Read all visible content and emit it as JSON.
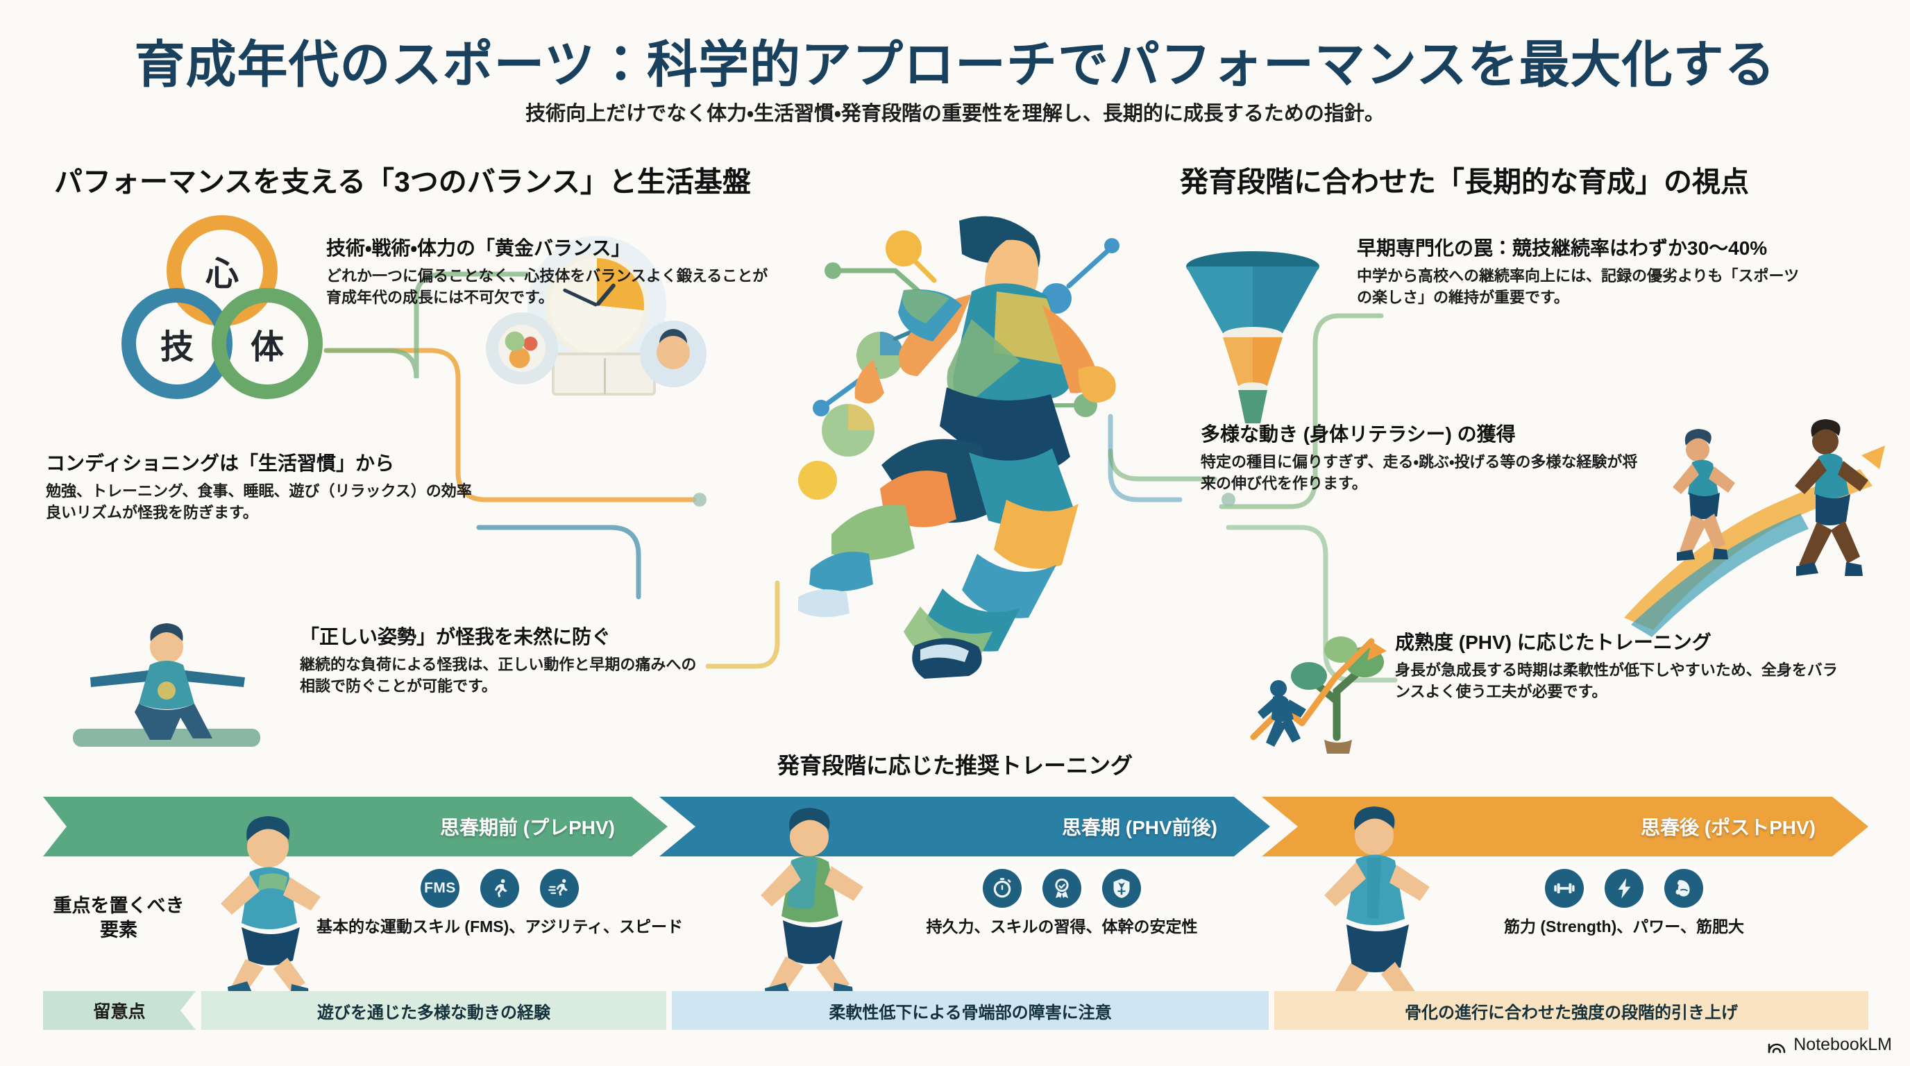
{
  "header": {
    "title": "育成年代のスポーツ：科学的アプローチでパフォーマンスを最大化する",
    "subtitle": "技術向上だけでなく体力・生活習慣・発育段階の重要性を理解し、長期的に成長するための指針。"
  },
  "columns": {
    "left_heading": "パフォーマンスを支える「3つのバランス」と生活基盤",
    "right_heading": "発育段階に合わせた「長期的な育成」の視点"
  },
  "rings": {
    "shin": "心",
    "gi": "技",
    "tai": "体",
    "colors": {
      "shin": "#eda43c",
      "gi": "#3a86a8",
      "tai": "#6aa86a"
    }
  },
  "blocks": {
    "golden_balance": {
      "title": "技術・戦術・体力の「黄金バランス」",
      "body": "どれか一つに偏ることなく、心技体をバランスよく鍛えることが育成年代の成長には不可欠です。"
    },
    "conditioning": {
      "title": "コンディショニングは「生活習慣」から",
      "body": "勉強、トレーニング、食事、睡眠、遊び（リラックス）の効率良いリズムが怪我を防ぎます。"
    },
    "posture": {
      "title": "「正しい姿勢」が怪我を未然に防ぐ",
      "body": "継続的な負荷による怪我は、正しい動作と早期の痛みへの相談で防ぐことが可能です。"
    },
    "early_specialization": {
      "title": "早期専門化の罠：競技継続率はわずか30〜40%",
      "body": "中学から高校への継続率向上には、記録の優劣よりも「スポーツの楽しさ」の維持が重要です。"
    },
    "physical_literacy": {
      "title": "多様な動き (身体リテラシー) の獲得",
      "body": "特定の種目に偏りすぎず、走る・跳ぶ・投げる等の多様な経験が将来の伸び代を作ります。"
    },
    "phv_training": {
      "title": "成熟度 (PHV) に応じたトレーニング",
      "body": "身長が急成長する時期は柔軟性が低下しやすいため、全身をバランスよく使う工夫が必要です。"
    }
  },
  "bottom": {
    "title": "発育段階に応じた推奨トレーニング",
    "row_labels": {
      "focus": "重点を置くべき要素",
      "caution": "留意点"
    },
    "stages": [
      {
        "banner": "思春期前 (プレPHV)",
        "color": "#5aa882",
        "icons": [
          "fms-text-icon",
          "running-figure-icon",
          "speed-runner-icon"
        ],
        "icon_label": "FMS",
        "focus": "基本的な運動スキル (FMS)、アジリティ、スピード",
        "note": "遊びを通じた多様な動きの経験",
        "note_color": "#d9ecdf"
      },
      {
        "banner": "思春期 (PHV前後)",
        "color": "#2a7fa4",
        "icons": [
          "stopwatch-icon",
          "award-ribbon-icon",
          "shield-icon"
        ],
        "focus": "持久力、スキルの習得、体幹の安定性",
        "note": "柔軟性低下による骨端部の障害に注意",
        "note_color": "#cfe6f2"
      },
      {
        "banner": "思春後 (ポストPHV)",
        "color": "#eda23c",
        "icons": [
          "dumbbell-icon",
          "lightning-bolt-icon",
          "flexed-bicep-icon"
        ],
        "focus": "筋力 (Strength)、パワー、筋肥大",
        "note": "骨化の進行に合わせた強度の段階的引き上げ",
        "note_color": "#fae3c0"
      }
    ]
  },
  "watermark": {
    "label": "NotebookLM"
  }
}
